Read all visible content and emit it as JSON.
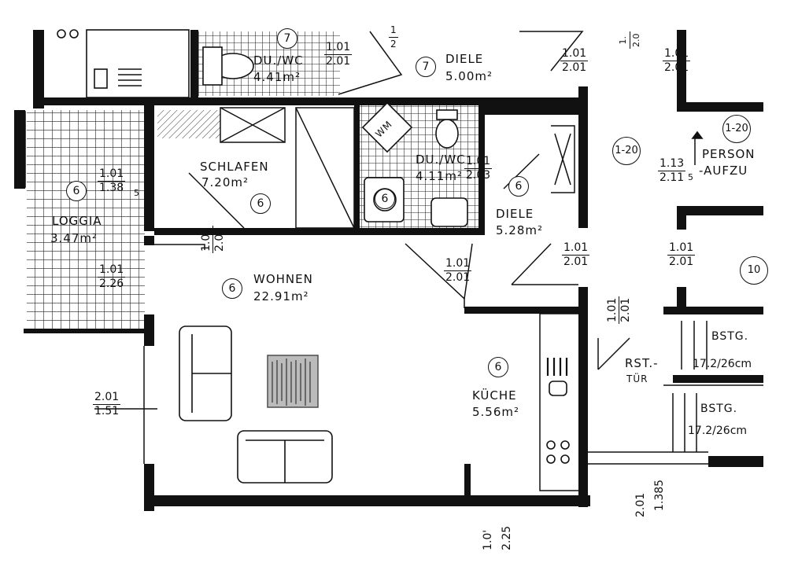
{
  "rooms": {
    "loggia": {
      "name": "LOGGIA",
      "area": "3.47m²",
      "no": "6"
    },
    "schlafen": {
      "name": "SCHLAFEN",
      "area": "7.20m²",
      "no": "6"
    },
    "wohnen": {
      "name": "WOHNEN",
      "area": "22.91m²",
      "no": "6"
    },
    "kuche": {
      "name": "KÜCHE",
      "area": "5.56m²",
      "no": "6"
    },
    "duwc_top": {
      "name": "DU./WC",
      "area": "4.41m²",
      "no": "7"
    },
    "diele_top": {
      "name": "DIELE",
      "area": "5.00m²",
      "no": "7"
    },
    "duwc_mid": {
      "name": "DU./WC",
      "area": "4.11m²",
      "no": "6"
    },
    "diele_mid": {
      "name": "DIELE",
      "area": "5.28m²",
      "no": "6"
    }
  },
  "corridor": {
    "no1": "1-20",
    "no2": "1-20",
    "no3": "10"
  },
  "elevator": {
    "line1": "PERSON",
    "line2": "-AUFZU",
    "dim_top": "1.13",
    "dim_bot": "2.11",
    "dim_suffix": "5"
  },
  "rst": {
    "line1": "RST.-",
    "line2": "TÜR"
  },
  "stairs": {
    "label_a": "BSTG.",
    "dim_a": "17.2/26cm",
    "label_b": "BSTG.",
    "dim_b": "17.2/26cm"
  },
  "wm": "WM",
  "dims": {
    "duwc_top": {
      "t": "1.01",
      "b": "2.01"
    },
    "diele_top_corner": {
      "t": "1",
      "b": "2"
    },
    "top_mid": {
      "t": "1.01",
      "b": "2.01"
    },
    "top_right": {
      "t": "1.01",
      "b": "2.01"
    },
    "top_edge": {
      "t": "1.",
      "b": "2.0"
    },
    "duwc_mid": {
      "t": "1.01",
      "b": "2.03"
    },
    "loggia_a": {
      "t": "1.01",
      "b": "1.38",
      "s": "5"
    },
    "loggia_b": {
      "t": "1.01",
      "b": "2.26"
    },
    "schlafen_door": {
      "t": "1.01",
      "b": "2.01"
    },
    "wohnen_door": {
      "t": "1.01",
      "b": "2.01"
    },
    "diele_door": {
      "t": "1.01",
      "b": "2.01"
    },
    "corr_door": {
      "t": "1.01",
      "b": "2.01"
    },
    "rst_door": {
      "t": "1.01",
      "b": "2.01"
    },
    "window_left": {
      "t": "2.01",
      "b": "1.51"
    },
    "bottom_a": "2.01",
    "bottom_b": "1.385",
    "bottom_c": "1.0'",
    "bottom_d": "2.25"
  }
}
